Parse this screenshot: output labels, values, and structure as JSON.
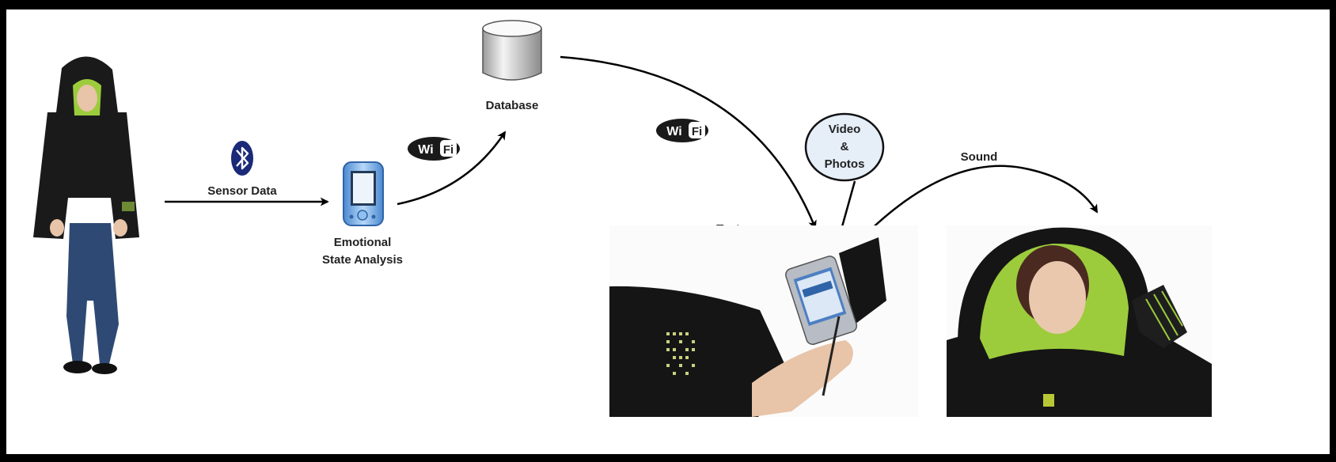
{
  "labels": {
    "sensor_data": "Sensor Data",
    "emotional": "Emotional",
    "state_analysis": "State Analysis",
    "database": "Database",
    "video": "Video",
    "amp": "&",
    "photos": "Photos",
    "sound": "Sound",
    "text": "Text"
  },
  "badges": {
    "wifi_wi": "Wi",
    "wifi_fi": "Fi"
  },
  "icons": {
    "bluetooth": "bluetooth-icon",
    "pda": "pda-icon",
    "database": "database-cylinder-icon",
    "wifi": "wifi-logo-icon"
  },
  "colors": {
    "panel_bg": "#ffffff",
    "frame": "#000000",
    "bluetooth": "#1a2a78",
    "pda_blue": "#6aa8e8",
    "jacket_green": "#9ccc3c",
    "jacket_black": "#1a1a1a",
    "jeans": "#2e4a74"
  }
}
